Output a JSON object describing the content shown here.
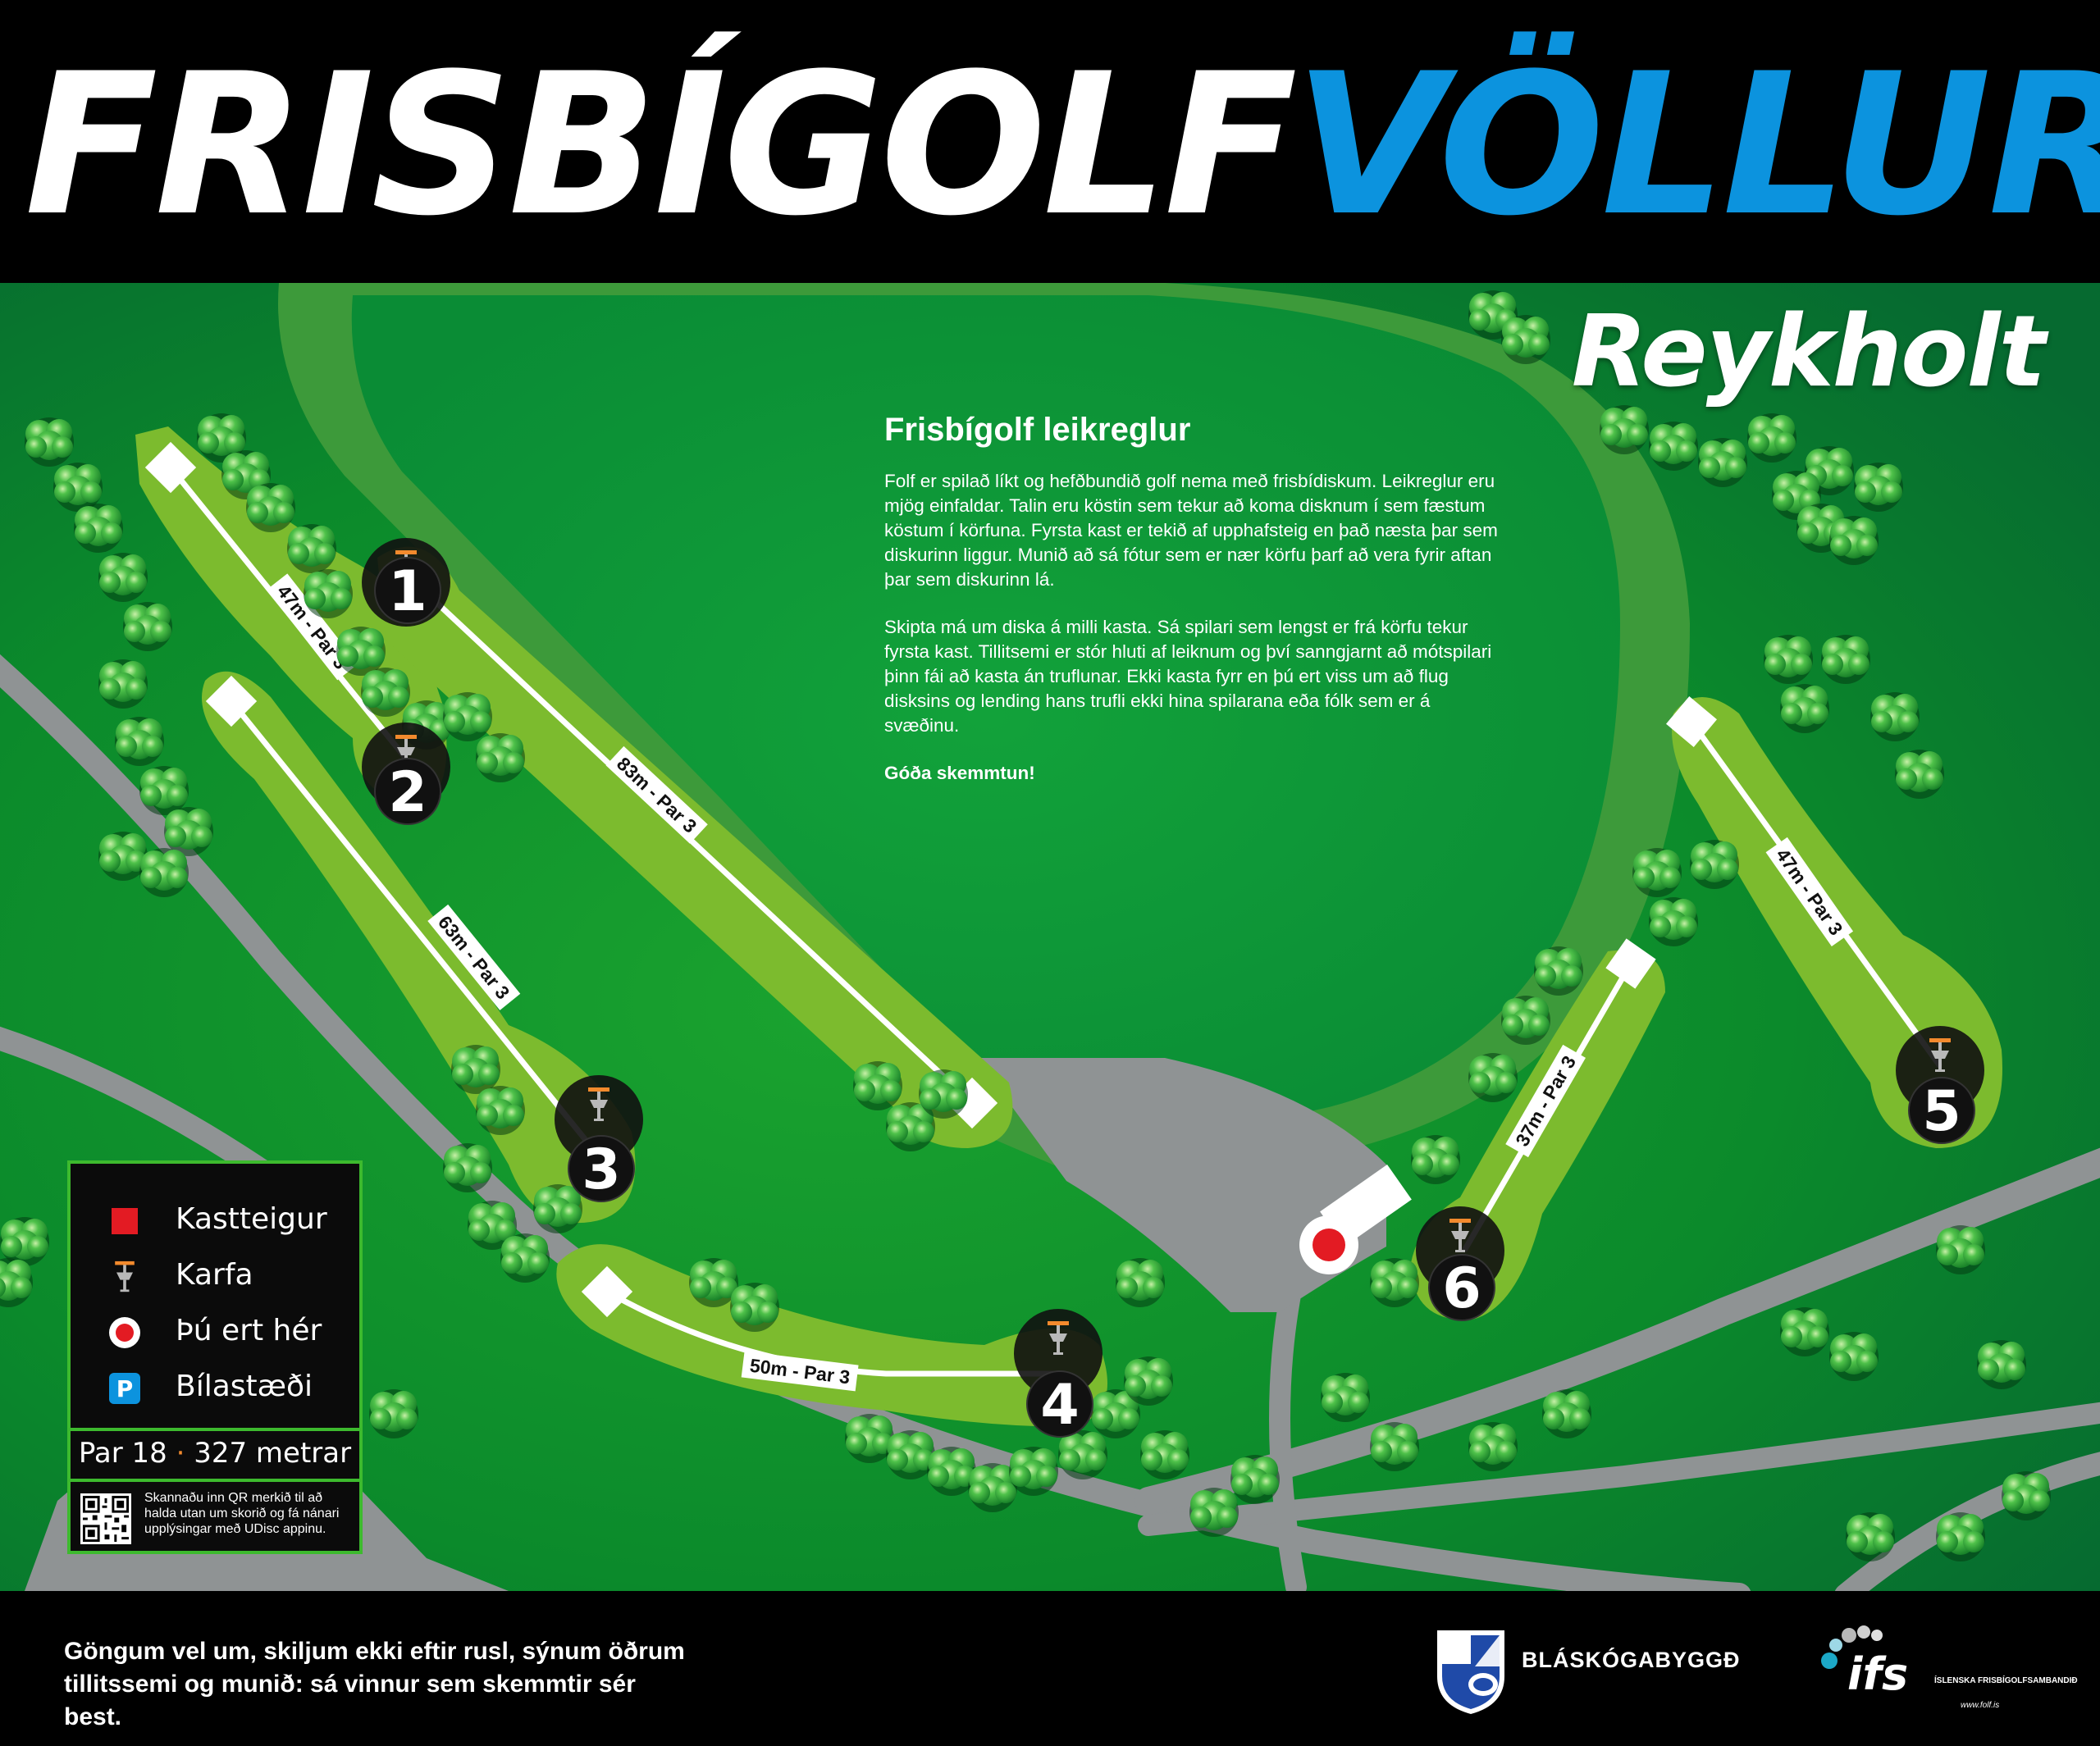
{
  "header": {
    "title_part1": "FRISBÍGOLF",
    "title_part2": "VÖLLUR",
    "subtitle": "Reykholt"
  },
  "colors": {
    "title_blue": "#0c93de",
    "fairway_light": "#7cbb2e",
    "field_green": "#0c8a2a",
    "road_gray": "#8f9394",
    "tee_red": "#e31b23",
    "legend_border": "#3dba2e",
    "par_dot": "#f28a2d"
  },
  "rules": {
    "heading": "Frisbígolf leikreglur",
    "paragraph1": "Folf er spilað líkt og hefðbundið golf nema með frisbídiskum. Leikreglur eru mjög einfaldar. Talin eru köstin sem tekur að koma disknum í sem fæstum köstum í körfuna. Fyrsta kast er tekið af upphafsteig en það næsta þar sem diskurinn liggur. Munið að sá fótur sem er nær körfu þarf að vera fyrir aftan þar sem diskurinn lá.",
    "paragraph2": "Skipta má um diska á milli kasta. Sá spilari sem lengst er frá körfu tekur fyrsta kast. Tillitsemi er stór hluti af leiknum og því sanngjarnt að mótspilari þinn fái að kasta án truflunar. Ekki kasta fyrr en þú ert viss um að flug disksins og lending hans trufli ekki hina spilarana eða fólk sem er á svæðinu.",
    "closing": "Góða skemmtun!"
  },
  "holes": [
    {
      "number": "1",
      "label": "47m - Par 3"
    },
    {
      "number": "2",
      "label": "83m - Par 3"
    },
    {
      "number": "3",
      "label": "63m - Par 3"
    },
    {
      "number": "4",
      "label": "50m - Par 3"
    },
    {
      "number": "5",
      "label": "47m - Par 3"
    },
    {
      "number": "6",
      "label": "37m - Par 3"
    }
  ],
  "legend": {
    "items": [
      {
        "label": "Kastteigur",
        "icon": "red-square-icon"
      },
      {
        "label": "Karfa",
        "icon": "basket-icon"
      },
      {
        "label": "Þú ert hér",
        "icon": "you-are-here-icon"
      },
      {
        "label": "Bílastæði",
        "icon": "parking-icon"
      }
    ],
    "parking_letter": "P",
    "par_text": "Par 18",
    "separator": "·",
    "length_text": "327 metrar",
    "qr_text": "Skannaðu inn QR merkið til að halda utan um skorið og fá nánari upplýsingar með UDisc appinu."
  },
  "footer": {
    "message": "Göngum vel um, skiljum ekki eftir rusl, sýnum öðrum tillitssemi og munið: sá vinnur sem skemmtir sér best.",
    "sponsor1_name": "BLÁSKÓGABYGGÐ",
    "sponsor2_abbr": "ifs",
    "sponsor2_name": "ÍSLENSKA FRISBÍGOLFSAMBANDIÐ",
    "sponsor2_url": "www.folf.is"
  }
}
